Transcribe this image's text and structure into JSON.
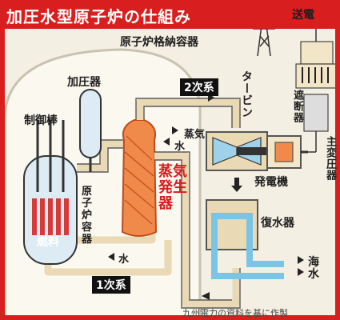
{
  "title": "加圧水型原子炉の仕組み",
  "labels": {
    "containment": "原子炉格納容器",
    "pressurizer": "加圧器",
    "control_rods": "制御棒",
    "reactor_vessel": "原子炉容器",
    "fuel": "燃料",
    "steam_generator": "蒸気発生器",
    "secondary": "2次系",
    "primary": "1次系",
    "steam": "蒸気",
    "water_sg": "水",
    "water_primary": "水",
    "turbine": "タービン",
    "generator": "発電機",
    "condenser": "復水器",
    "transmission": "送電",
    "breaker": "遮断器",
    "main_transformer": "主変圧器",
    "sea": "海",
    "sea_water": "水",
    "source": "九州電力の資料を基に作製"
  },
  "colors": {
    "accent_red": "#d81e1e",
    "pipe_beige": "#f3e6c8",
    "pipe_blue": "#7ac4e6",
    "steam_generator": "#f08a4b"
  }
}
